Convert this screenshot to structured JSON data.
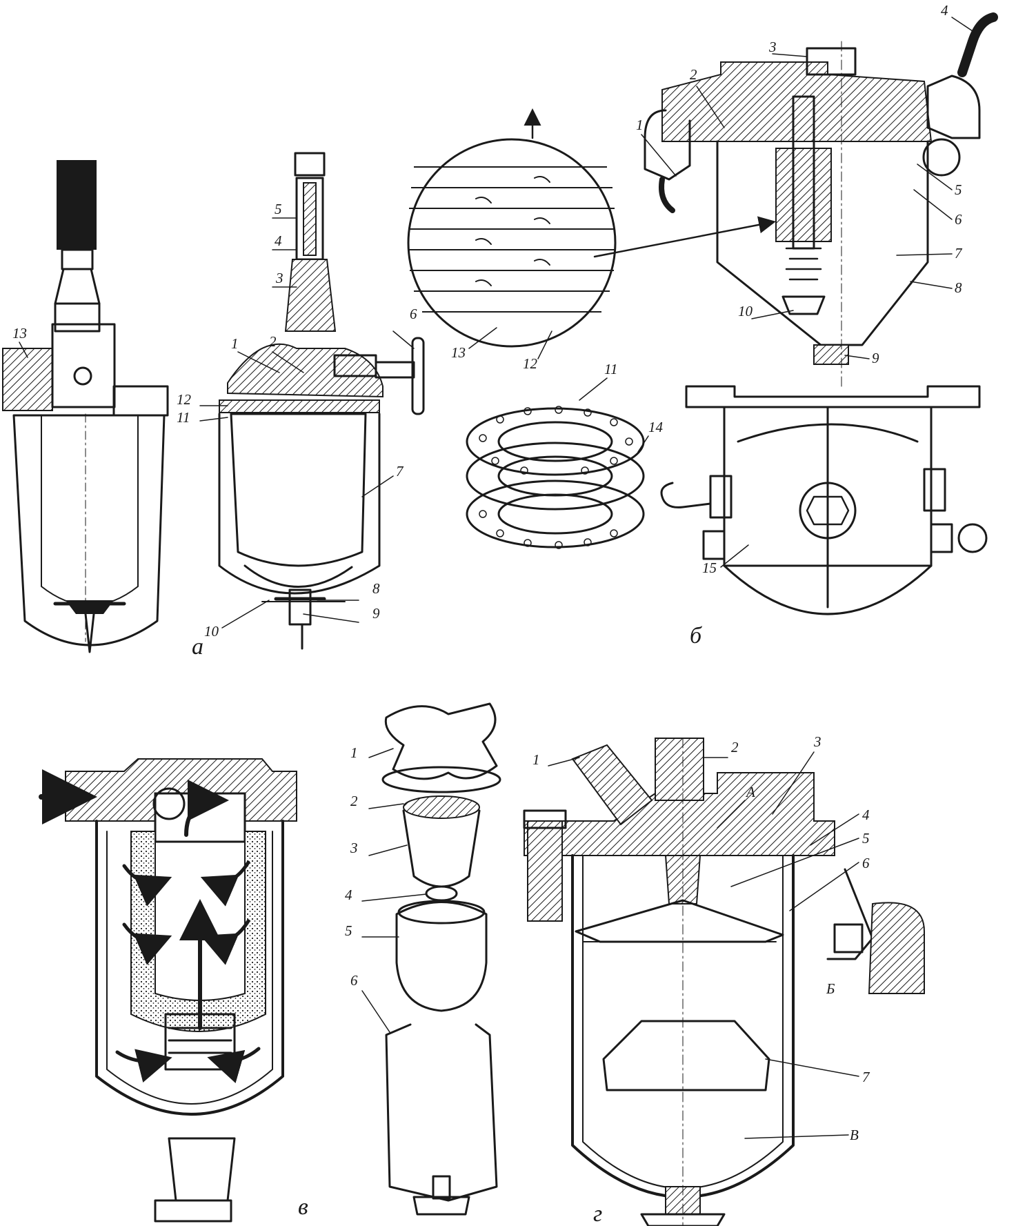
{
  "panels": {
    "a": {
      "caption": "а",
      "labels": [
        "13",
        "5",
        "4",
        "3",
        "1",
        "2",
        "6",
        "12",
        "11",
        "7",
        "8",
        "9",
        "10"
      ]
    },
    "b": {
      "caption": "б",
      "labels": [
        "4",
        "3",
        "2",
        "1",
        "5",
        "6",
        "7",
        "8",
        "10",
        "9",
        "13",
        "12",
        "11",
        "14",
        "15"
      ]
    },
    "v": {
      "caption": "в",
      "labels": []
    },
    "exploded": {
      "caption": "",
      "labels": [
        "1",
        "2",
        "3",
        "4",
        "5",
        "6"
      ]
    },
    "g": {
      "caption": "г",
      "labels": [
        "1",
        "2",
        "3",
        "A",
        "4",
        "5",
        "6",
        "Б",
        "7",
        "B"
      ]
    }
  }
}
